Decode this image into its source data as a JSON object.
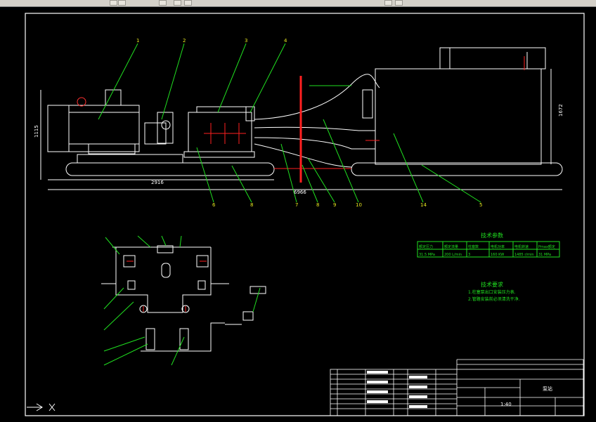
{
  "drawing": {
    "dimensions": {
      "motor_height": "1115",
      "base_length_1": "2916",
      "overall_length": "6966",
      "tank_height": "1672"
    },
    "callouts": [
      "1",
      "2",
      "3",
      "4",
      "6",
      "8",
      "7",
      "8",
      "9",
      "10",
      "14",
      "5"
    ],
    "tech_params_title": "技术参数",
    "tech_params_headers": [
      "额定压力",
      "额定流量",
      "柱塞数",
      "电机功率",
      "电机转速",
      "Pmax额定"
    ],
    "tech_params_values": [
      "31.5 MPa",
      "200 L/min",
      "3",
      "160 KW",
      "1485 r/min",
      "31 MPa"
    ],
    "tech_req_title": "技术要求",
    "tech_req_items": [
      "1.柱塞泵出口安装压力表.",
      "2.管路安装前必须清洗干净."
    ],
    "title_block": {
      "scale": "1:40",
      "drawing_title": "泵站"
    }
  },
  "colors": {
    "line": "#ffffff",
    "accent": "#ff2020",
    "green": "#20e020",
    "yellow": "#e8e820",
    "cyan": "#20e0e0"
  },
  "icons": [
    "toolbar-icon",
    "ucs-axis-icon"
  ]
}
